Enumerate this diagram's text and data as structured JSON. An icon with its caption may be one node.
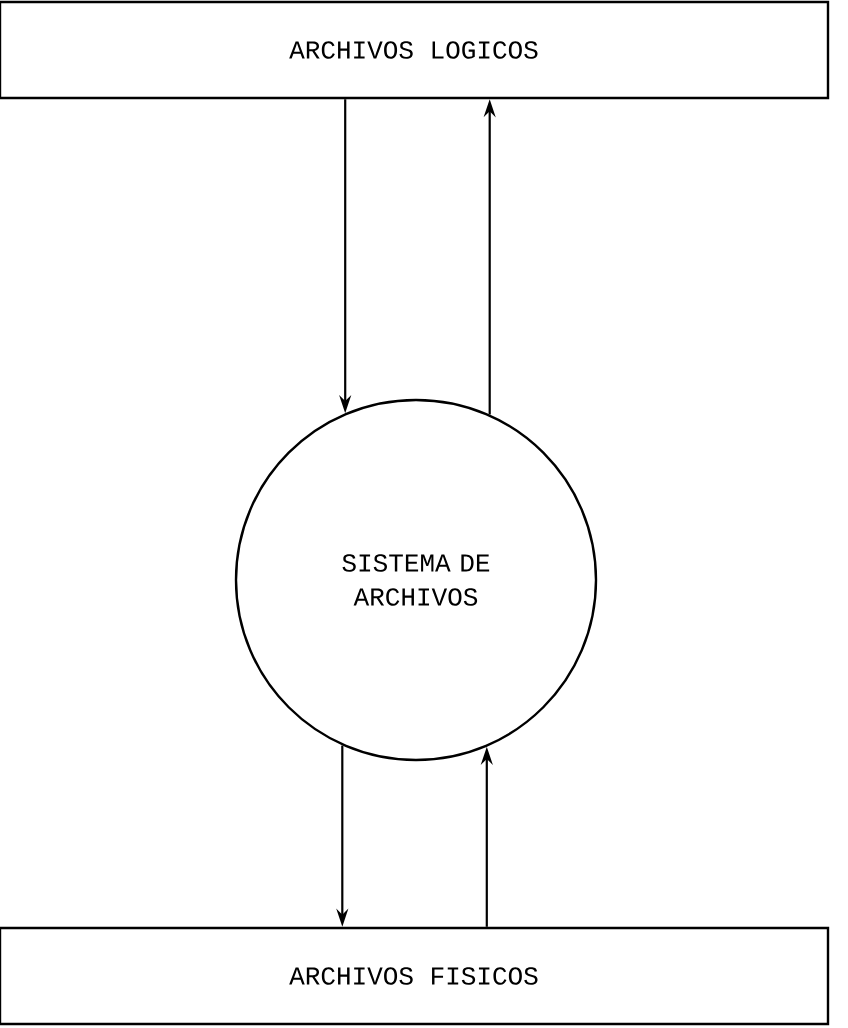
{
  "diagram": {
    "nodes": [
      {
        "text": [
          "ARCHIVOS LOGICOS"
        ]
      },
      {
        "text": [
          "SISTEMA DE ARCHIVOS"
        ]
      },
      {
        "text": [
          "ARCHIVOS FISICOS"
        ]
      }
    ],
    "edges": [
      {
        "from": 0,
        "to": 1,
        "arrow": "to"
      },
      {
        "from": 1,
        "to": 0,
        "arrow": "to"
      },
      {
        "from": 1,
        "to": 2,
        "arrow": "to"
      },
      {
        "from": 2,
        "to": 1,
        "arrow": "to"
      }
    ]
  }
}
